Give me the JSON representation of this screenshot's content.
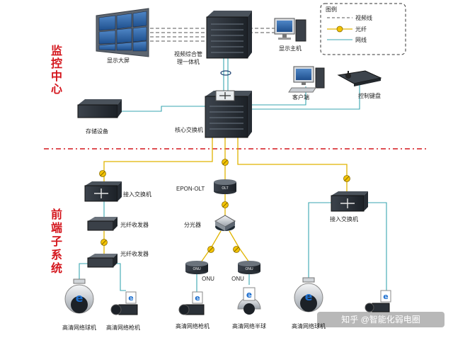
{
  "sections": {
    "monitor_center": "监控中心",
    "front_end": "前端子系统"
  },
  "legend": {
    "title": "图例",
    "items": [
      {
        "label": "视频线",
        "type": "video",
        "color": "#555555"
      },
      {
        "label": "光纤",
        "type": "fiber",
        "color": "#e0b400"
      },
      {
        "label": "网线",
        "type": "network",
        "color": "#3aa6b0"
      }
    ]
  },
  "labels": {
    "display_wall": "显示大屏",
    "video_platform_line1": "视频综合管",
    "video_platform_line2": "理一体机",
    "display_host": "显示主机",
    "client": "客户端",
    "control_keyboard": "控制键盘",
    "storage": "存储设备",
    "core_switch": "核心交换机",
    "access_switch_left": "接入交换机",
    "fiber_transceiver_1": "光纤收发器",
    "fiber_transceiver_2": "光纤收发器",
    "epon_olt": "EPON-OLT",
    "splitter": "分光器",
    "onu_1": "ONU",
    "onu_2": "ONU",
    "access_switch_right": "接入交换机",
    "dome_camera_1": "高清网络球机",
    "bullet_camera_1": "高清网络枪机",
    "bullet_camera_2": "高清网络枪机",
    "half_dome_camera": "高清网络半球",
    "dome_camera_2": "高清网络球机"
  },
  "device_text": {
    "olt_badge": "OLT",
    "onu_badge": "ONU"
  },
  "watermark": "知乎 @智能化弱电圈"
}
